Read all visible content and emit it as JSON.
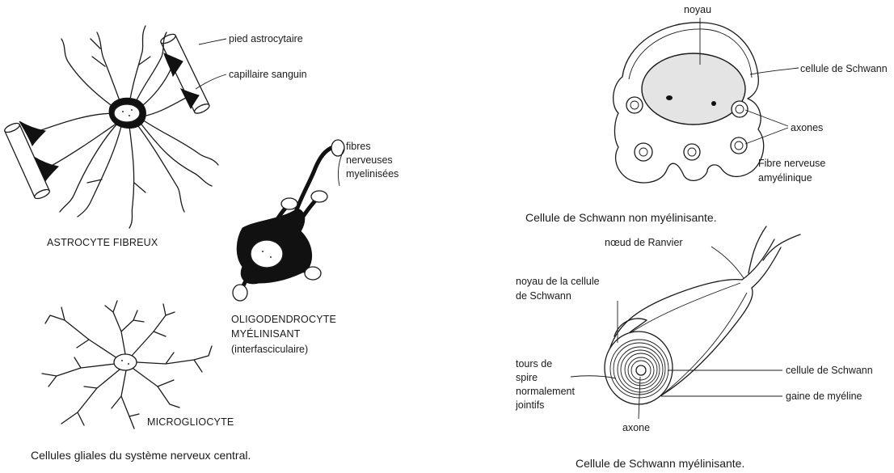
{
  "astrocyte": {
    "label_pied": "pied astrocytaire",
    "label_capillaire": "capillaire sanguin",
    "name": "ASTROCYTE FIBREUX"
  },
  "oligodendrocyte": {
    "fibres": [
      "fibres",
      "nerveuses",
      "myelinisées"
    ],
    "name": [
      "OLIGODENDROCYTE",
      "MYÉLINISANT",
      "(interfasciculaire)"
    ]
  },
  "microglia": {
    "name": "MICROGLIOCYTE"
  },
  "left_caption": "Cellules gliales du système nerveux central.",
  "schwann_unmyelinated": {
    "noyau": "noyau",
    "cellule": "cellule de Schwann",
    "axones": "axones",
    "fibre": [
      "Fibre nerveuse",
      "amyélinique"
    ],
    "caption": "Cellule de Schwann non myélinisante."
  },
  "schwann_myelinated": {
    "noeud": "nœud de Ranvier",
    "noyau": [
      "noyau de la cellule",
      "de Schwann"
    ],
    "tours": [
      "tours de",
      "spire",
      "normalement",
      "jointifs"
    ],
    "axone": "axone",
    "cellule": "cellule de Schwann",
    "gaine": "gaine de myéline",
    "caption": "Cellule de Schwann myélinisante."
  }
}
